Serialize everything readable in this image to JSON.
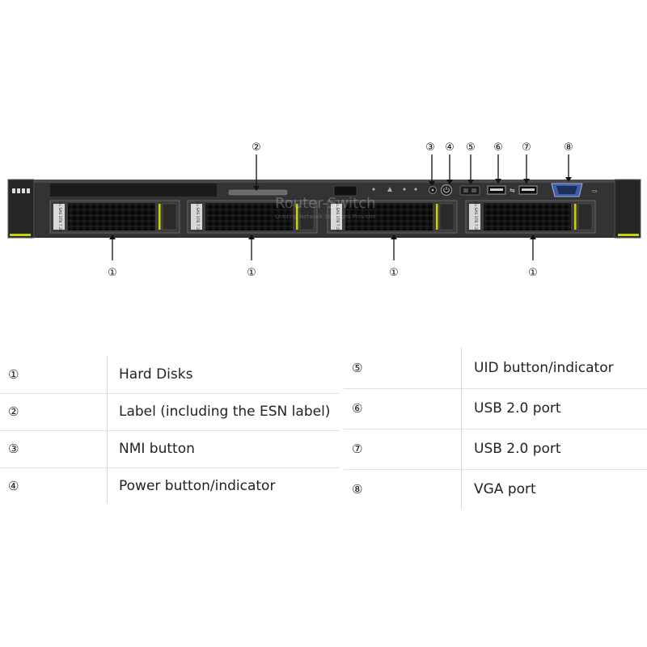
{
  "diagram": {
    "watermark": "Router-Switch",
    "watermark_sub": "Leading Network Solutions Provider",
    "drive_labels": [
      "NL SAS 1TB 7.2K",
      "NL SAS 1TB 7.2K",
      "NL SAS 1TB 7.2K",
      "NL SAS 1TB 7.2K"
    ],
    "callouts": {
      "hard_disk": "①",
      "label": "②",
      "nmi": "③",
      "power": "④",
      "uid": "⑤",
      "usb_a": "⑥",
      "usb_b": "⑦",
      "vga": "⑧"
    }
  },
  "legend": {
    "left": [
      {
        "num": "①",
        "desc": "Hard Disks"
      },
      {
        "num": "②",
        "desc": "Label (including the ESN label)"
      },
      {
        "num": "③",
        "desc": "NMI button"
      },
      {
        "num": "④",
        "desc": "Power button/indicator"
      }
    ],
    "right": [
      {
        "num": "⑤",
        "desc": "UID button/indicator"
      },
      {
        "num": "⑥",
        "desc": "USB 2.0 port"
      },
      {
        "num": "⑦",
        "desc": "USB 2.0 port"
      },
      {
        "num": "⑧",
        "desc": "VGA port"
      }
    ]
  },
  "colors": {
    "chassis": "#2b2b2b",
    "bezel": "#3a3a3a",
    "drive_accent": "#c8d400",
    "port_blue": "#3d5fa8"
  }
}
